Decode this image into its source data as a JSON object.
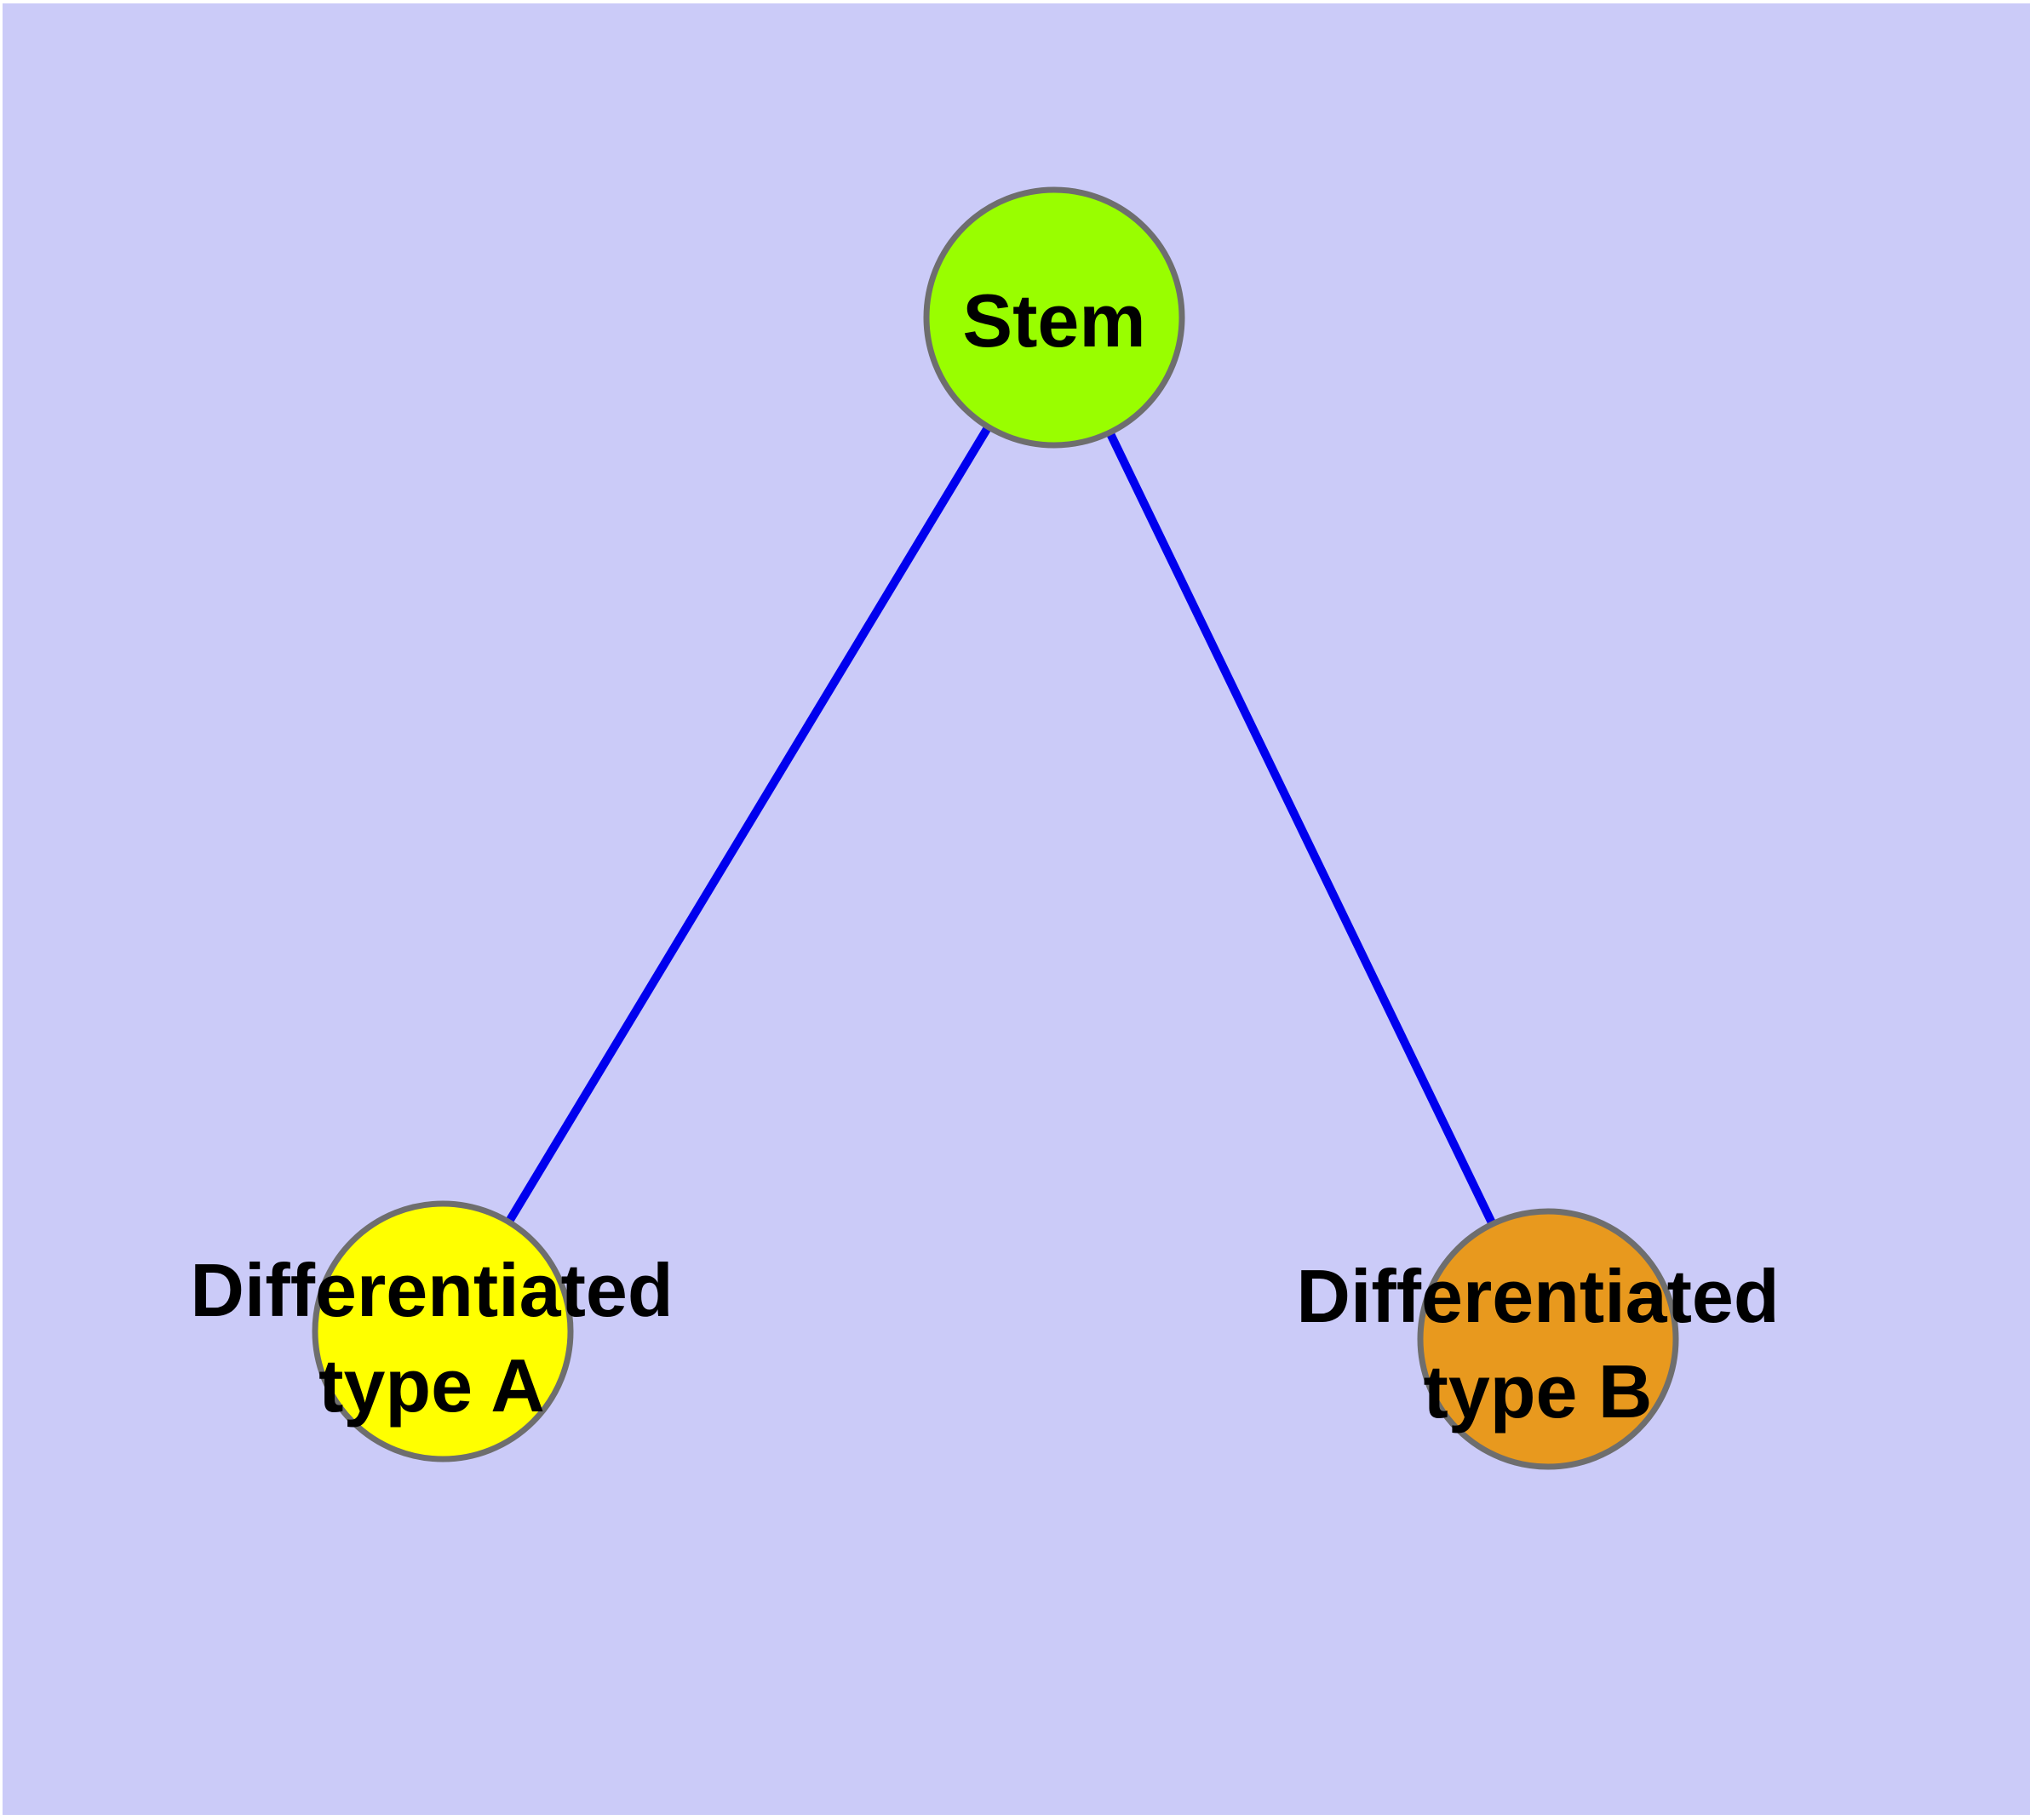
{
  "diagram": {
    "type": "graph",
    "background_color": "#CBCBF8",
    "page_margin_color": "#FFFFFF",
    "edge_color": "#0000EE",
    "node_border_color": "#6E6E6E",
    "label_color": "#000000",
    "nodes": {
      "stem": {
        "label": "Stem",
        "color": "#99FE00"
      },
      "type_a": {
        "label_line1": "Differentiated",
        "label_line2": "type A",
        "color": "#FFFF00"
      },
      "type_b": {
        "label_line1": "Differentiated",
        "label_line2": "type B",
        "color": "#E8991E"
      }
    },
    "edges": [
      {
        "from": "Stem",
        "to": "Differentiated type A"
      },
      {
        "from": "Stem",
        "to": "Differentiated type B"
      }
    ]
  }
}
